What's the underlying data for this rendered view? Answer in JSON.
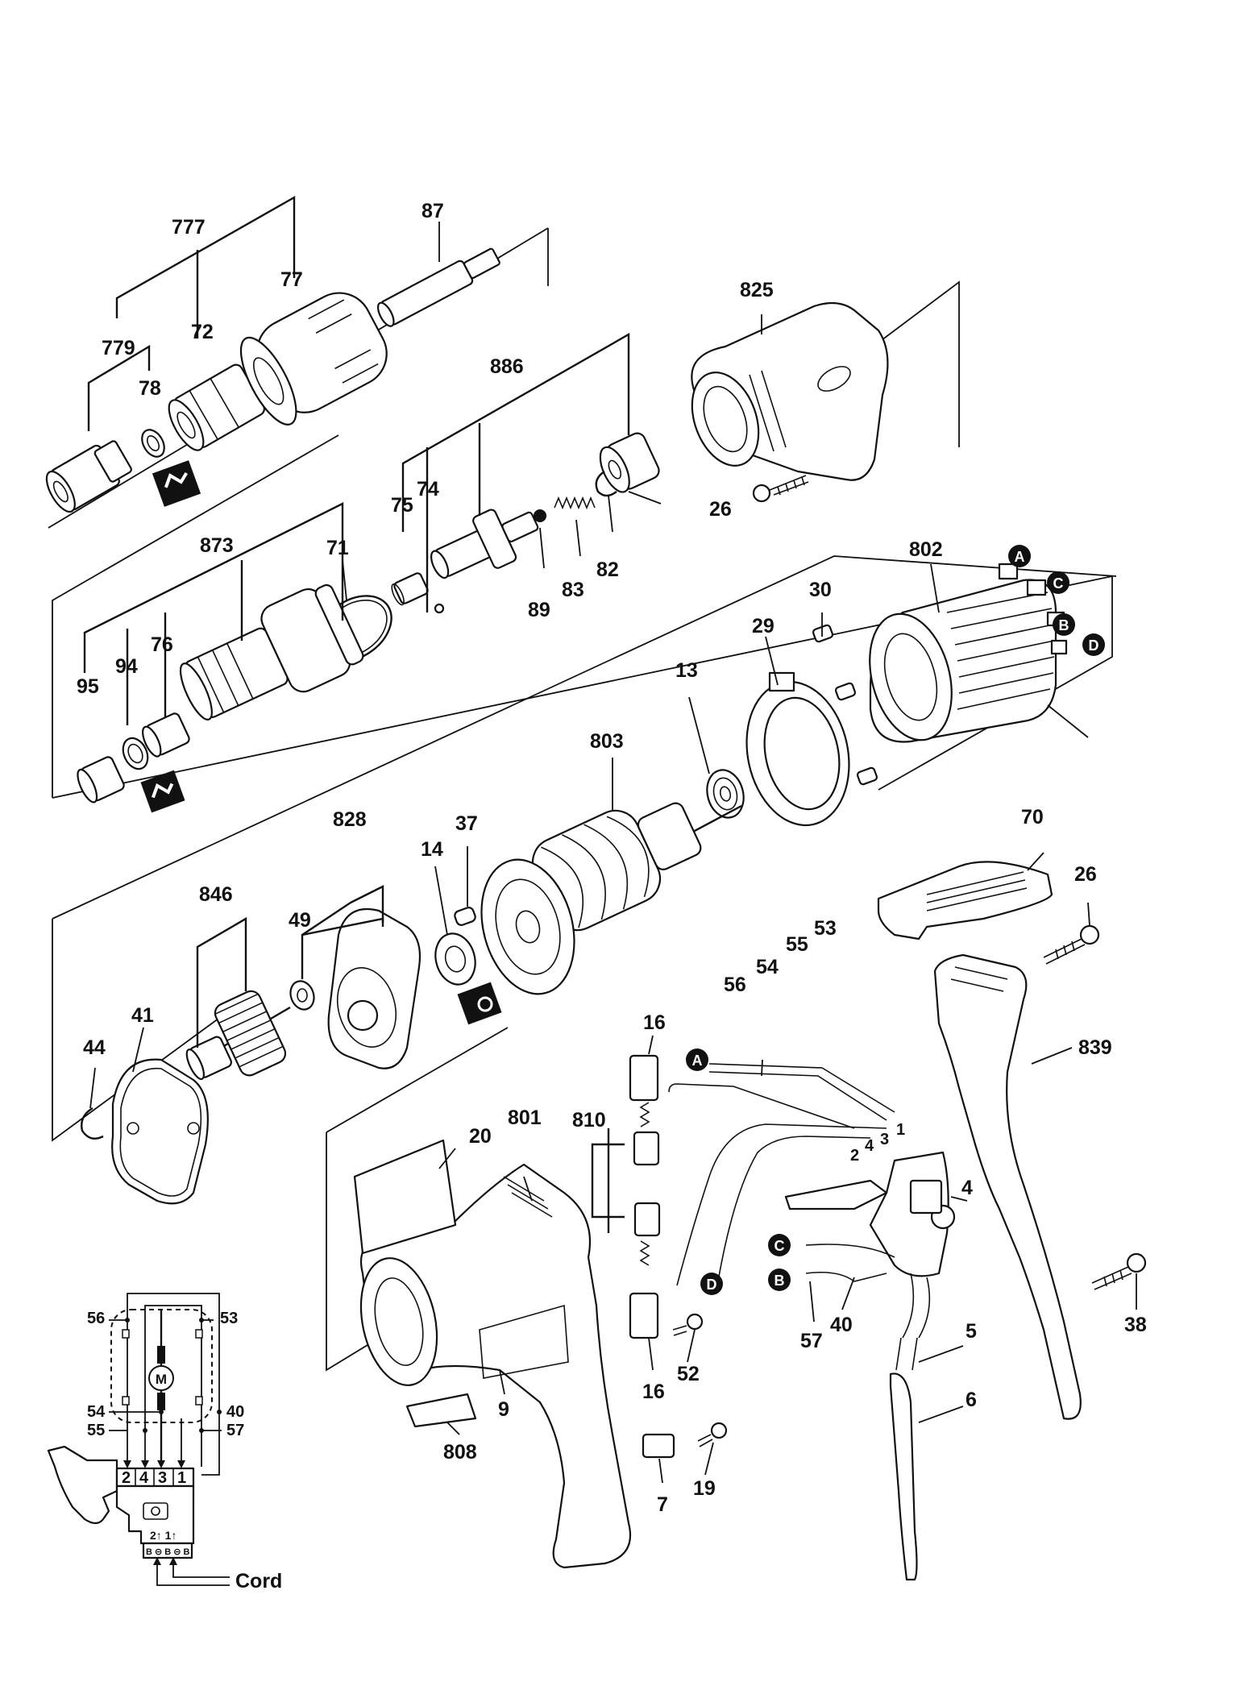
{
  "part_labels": {
    "777": "777",
    "87": "87",
    "77": "77",
    "779": "779",
    "72": "72",
    "78": "78",
    "825": "825",
    "886": "886",
    "26a": "26",
    "75": "75",
    "74": "74",
    "89": "89",
    "83": "83",
    "82": "82",
    "873": "873",
    "71": "71",
    "95": "95",
    "94": "94",
    "76": "76",
    "802": "802",
    "30": "30",
    "29": "29",
    "13": "13",
    "803": "803",
    "828": "828",
    "37": "37",
    "14": "14",
    "846": "846",
    "49": "49",
    "41": "41",
    "44": "44",
    "70": "70",
    "26b": "26",
    "839": "839",
    "56": "56",
    "54": "54",
    "55": "55",
    "53": "53",
    "16a": "16",
    "810": "810",
    "801": "801",
    "20": "20",
    "4": "4",
    "40": "40",
    "57": "57",
    "52": "52",
    "16b": "16",
    "9": "9",
    "808": "808",
    "5": "5",
    "6": "6",
    "7": "7",
    "19": "19",
    "38": "38"
  },
  "connectors": {
    "A": "A",
    "B": "B",
    "C": "C",
    "D": "D"
  },
  "switch_terminals": {
    "t1": "1",
    "t2": "2",
    "t3": "3",
    "t4": "4"
  },
  "wiring_schematic": {
    "labels": {
      "w56": "56",
      "w53": "53",
      "w54": "54",
      "w55": "55",
      "w40": "40",
      "w57": "57"
    },
    "motor_symbol": "M",
    "switch_terminal_row": [
      "2",
      "4",
      "3",
      "1"
    ],
    "cord_terminals_top": "2↑ 1↑",
    "cord_terminals_bottom": "B ⊝ B  ⊝ B",
    "cord_label": "Cord"
  }
}
